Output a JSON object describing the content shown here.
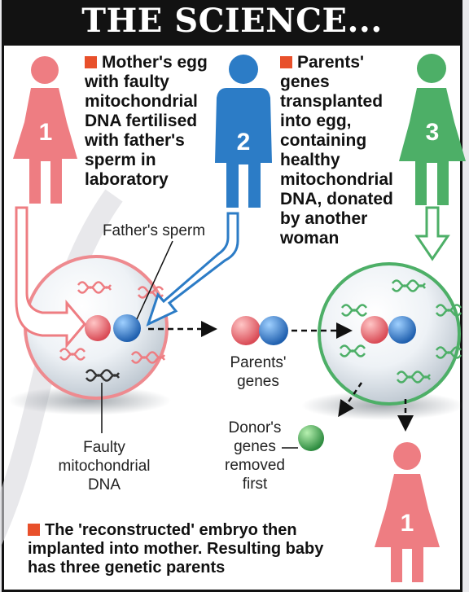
{
  "title": "THE SCIENCE...",
  "colors": {
    "pink": "#ee7d82",
    "blue": "#2c7cc6",
    "green": "#4daf67",
    "accent": "#e8502b",
    "dark": "#121212"
  },
  "figures": {
    "mother_number": "1",
    "father_number": "2",
    "donor_number": "3",
    "baby_number": "1"
  },
  "steps": {
    "step1": {
      "line1": "Mother's egg",
      "line2": "with faulty",
      "line3": "mitochondrial",
      "line4": "DNA fertilised",
      "line5": "with father's",
      "line6": "sperm in",
      "line7": "laboratory"
    },
    "step2": {
      "line1": "Parents'",
      "line2": "genes",
      "line3": "transplanted",
      "line4": "into egg,",
      "line5": "containing",
      "line6": "healthy",
      "line7": "mitochondrial",
      "line8": "DNA, donated",
      "line9": "by another",
      "line10": "woman"
    },
    "step3": {
      "line1": "The 'reconstructed' embryo then",
      "line2": "implanted into mother. Resulting baby",
      "line3": "has three genetic parents"
    }
  },
  "labels": {
    "fathers_sperm": "Father's sperm",
    "parents_genes": {
      "line1": "Parents'",
      "line2": "genes"
    },
    "faulty_dna": {
      "line1": "Faulty",
      "line2": "mitochondrial",
      "line3": "DNA"
    },
    "donor_genes": {
      "line1": "Donor's",
      "line2": "genes",
      "line3": "removed",
      "line4": "first"
    }
  }
}
